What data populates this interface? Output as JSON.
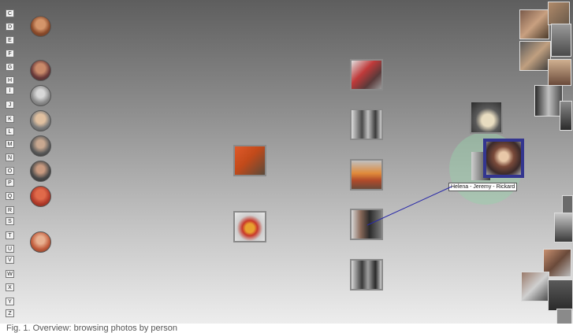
{
  "alphabet": [
    "C",
    "D",
    "E",
    "F",
    "G",
    "H",
    "I",
    "J",
    "K",
    "L",
    "M",
    "N",
    "O",
    "P",
    "Q",
    "R",
    "S",
    "T",
    "U",
    "V",
    "W",
    "X",
    "Y",
    "Z"
  ],
  "selection": {
    "tooltip": "Helena - Jeremy - Rickard"
  },
  "colors": {
    "selection_frame": "#33358f",
    "link_line": "#2a2aa8",
    "halo": "#96d2aa"
  },
  "caption": "Fig. 1. Overview: browsing photos by person"
}
